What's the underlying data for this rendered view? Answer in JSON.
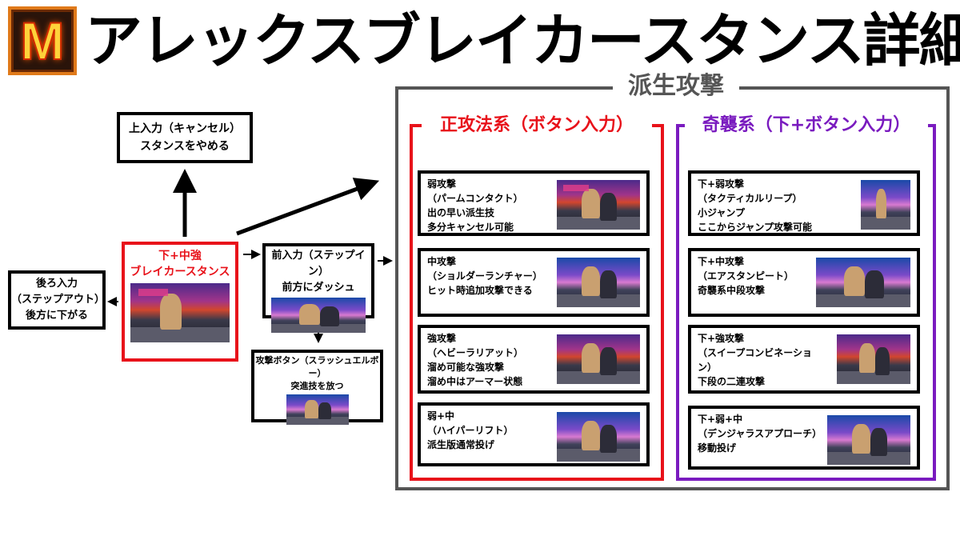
{
  "header": {
    "logo_letter": "M",
    "title": "アレックスブレイカースタンス詳細"
  },
  "flow": {
    "cancel": {
      "line1": "上入力（キャンセル）",
      "line2": "スタンスをやめる"
    },
    "backstep": {
      "line1": "後ろ入力",
      "line2": "（ステップアウト）",
      "line3": "後方に下がる"
    },
    "stance": {
      "line1": "下+中強",
      "line2": "ブレイカースタンス"
    },
    "stepin": {
      "line1": "前入力（ステップイン）",
      "line2": "前方にダッシュ"
    },
    "elbow": {
      "line1": "攻撃ボタン（スラッシュエルボー）",
      "line2": "突進技を放つ"
    }
  },
  "derived": {
    "label": "派生攻撃",
    "normal": {
      "label": "正攻法系（ボタン入力）",
      "cards": [
        {
          "lines": [
            "弱攻撃",
            "（パームコンタクト）",
            "出の早い派生技",
            "多分キャンセル可能"
          ]
        },
        {
          "lines": [
            "中攻撃",
            "（ショルダーランチャー）",
            "ヒット時追加攻撃できる"
          ]
        },
        {
          "lines": [
            "強攻撃",
            "（ヘビーラリアット）",
            "溜め可能な強攻撃",
            "溜め中はアーマー状態"
          ]
        },
        {
          "lines": [
            "弱+中",
            "（ハイパーリフト）",
            "派生版通常投げ"
          ]
        }
      ]
    },
    "surprise": {
      "label": "奇襲系（下+ボタン入力）",
      "cards": [
        {
          "lines": [
            "下+弱攻撃",
            "（タクティカルリープ）",
            "小ジャンプ",
            "ここからジャンプ攻撃可能"
          ]
        },
        {
          "lines": [
            "下+中攻撃",
            "（エアスタンピート）",
            "奇襲系中段攻撃"
          ]
        },
        {
          "lines": [
            "下+強攻撃",
            "（スイープコンビネーション）",
            "下段の二連攻撃"
          ]
        },
        {
          "lines": [
            "下+弱+中",
            "（デンジャラスアプローチ）",
            "移動投げ"
          ]
        }
      ]
    }
  },
  "colors": {
    "normal": "#e8121a",
    "surprise": "#7a1bbf",
    "frame": "#555555"
  }
}
